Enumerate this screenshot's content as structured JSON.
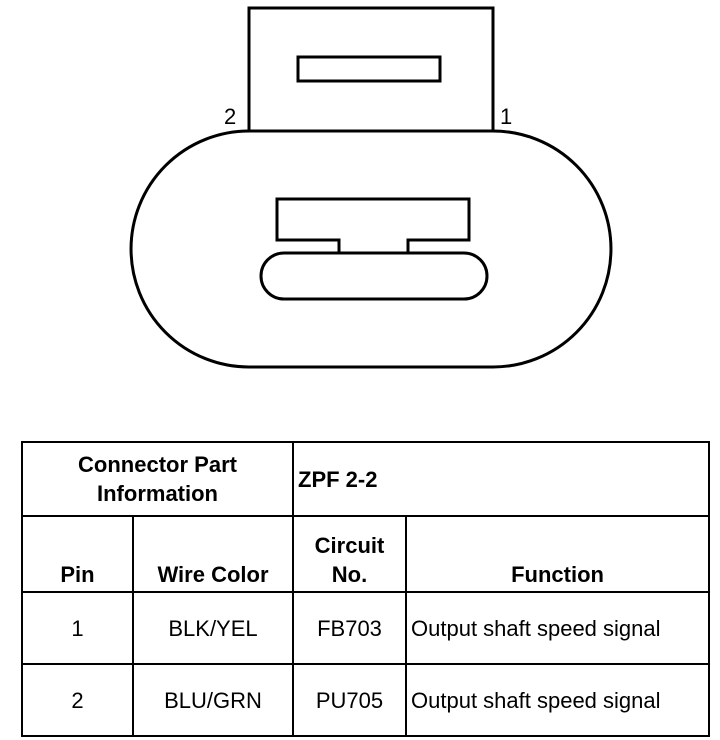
{
  "connector": {
    "pin_labels": [
      {
        "id": "2",
        "text": "2"
      },
      {
        "id": "1",
        "text": "1"
      }
    ]
  },
  "table": {
    "header_title": "Connector Part Information",
    "part_number": "ZPF 2-2",
    "columns": {
      "pin": "Pin",
      "wire_color": "Wire Color",
      "circuit_line1": "Circuit",
      "circuit_line2": "No.",
      "function": "Function"
    },
    "rows": [
      {
        "pin": "1",
        "wire_color": "BLK/YEL",
        "circuit": "FB703",
        "function": "Output shaft speed signal"
      },
      {
        "pin": "2",
        "wire_color": "BLU/GRN",
        "circuit": "PU705",
        "function": "Output shaft speed signal"
      }
    ]
  }
}
